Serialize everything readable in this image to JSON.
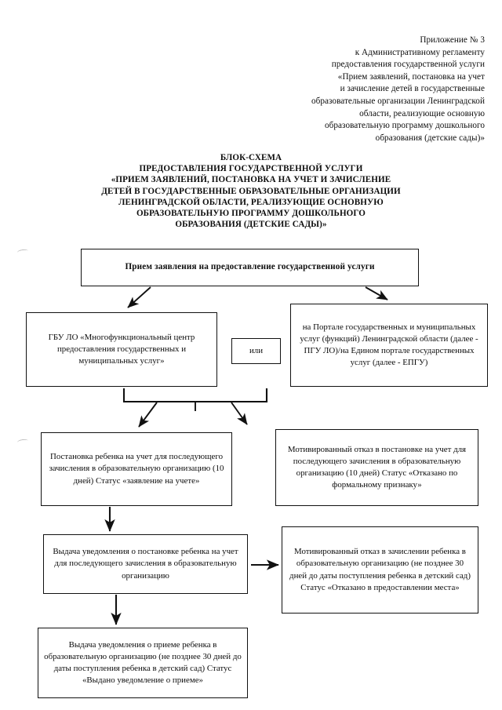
{
  "document": {
    "appendix_header": [
      "Приложение № 3",
      "к Административному регламенту",
      "предоставления государственной услуги",
      "«Прием заявлений, постановка на учет",
      "и зачисление детей в государственные",
      "образовательные организации Ленинградской",
      "области, реализующие основную",
      "образовательную программу дошкольного",
      "образования (детские сады)»"
    ],
    "title_lines": [
      "БЛОК-СХЕМА",
      "ПРЕДОСТАВЛЕНИЯ ГОСУДАРСТВЕННОЙ УСЛУГИ",
      "«ПРИЕМ ЗАЯВЛЕНИЙ, ПОСТАНОВКА НА УЧЕТ И ЗАЧИСЛЕНИЕ",
      "ДЕТЕЙ В ГОСУДАРСТВЕННЫЕ ОБРАЗОВАТЕЛЬНЫЕ ОРГАНИЗАЦИИ",
      "ЛЕНИНГРАДСКОЙ ОБЛАСТИ, РЕАЛИЗУЮЩИЕ ОСНОВНУЮ",
      "ОБРАЗОВАТЕЛЬНУЮ ПРОГРАММУ ДОШКОЛЬНОГО",
      "ОБРАЗОВАНИЯ (ДЕТСКИЕ САДЫ)»"
    ]
  },
  "flowchart": {
    "nodes": {
      "intake": "Прием заявления на предоставление государственной услуги",
      "mfc": "ГБУ ЛО «Многофункциональный центр предоставления государственных и муниципальных услуг»",
      "or": "или",
      "portal": "на Портале государственных и муниципальных услуг (функций) Ленинградской области (далее - ПГУ ЛО)/на Едином портале государственных услуг (далее - ЕПГУ)",
      "register": "Постановка ребенка на учет для последующего зачисления в образовательную организацию (10 дней) Статус «заявление на учете»",
      "refusal_register": "Мотивированный отказ в постановке на учет для последующего зачисления в образовательную организацию (10 дней) Статус «Отказано по формальному признаку»",
      "notification": "Выдача уведомления о постановке ребенка на учет для последующего зачисления в образовательную организацию",
      "refusal_enrollment": "Мотивированный отказ в зачислении ребенка  в образовательную организацию (не позднее 30 дней до даты поступления ребенка в детский сад) Статус «Отказано  в предоставлении места»",
      "admission": "Выдача уведомления о приеме ребенка в образовательную организацию (не позднее 30 дней до даты поступления ребенка в детский сад) Статус «Выдано уведомление о приеме»"
    },
    "colors": {
      "box_border": "#111111",
      "box_fill": "#ffffff",
      "connector": "#111111",
      "text": "#0d0d0d"
    }
  }
}
